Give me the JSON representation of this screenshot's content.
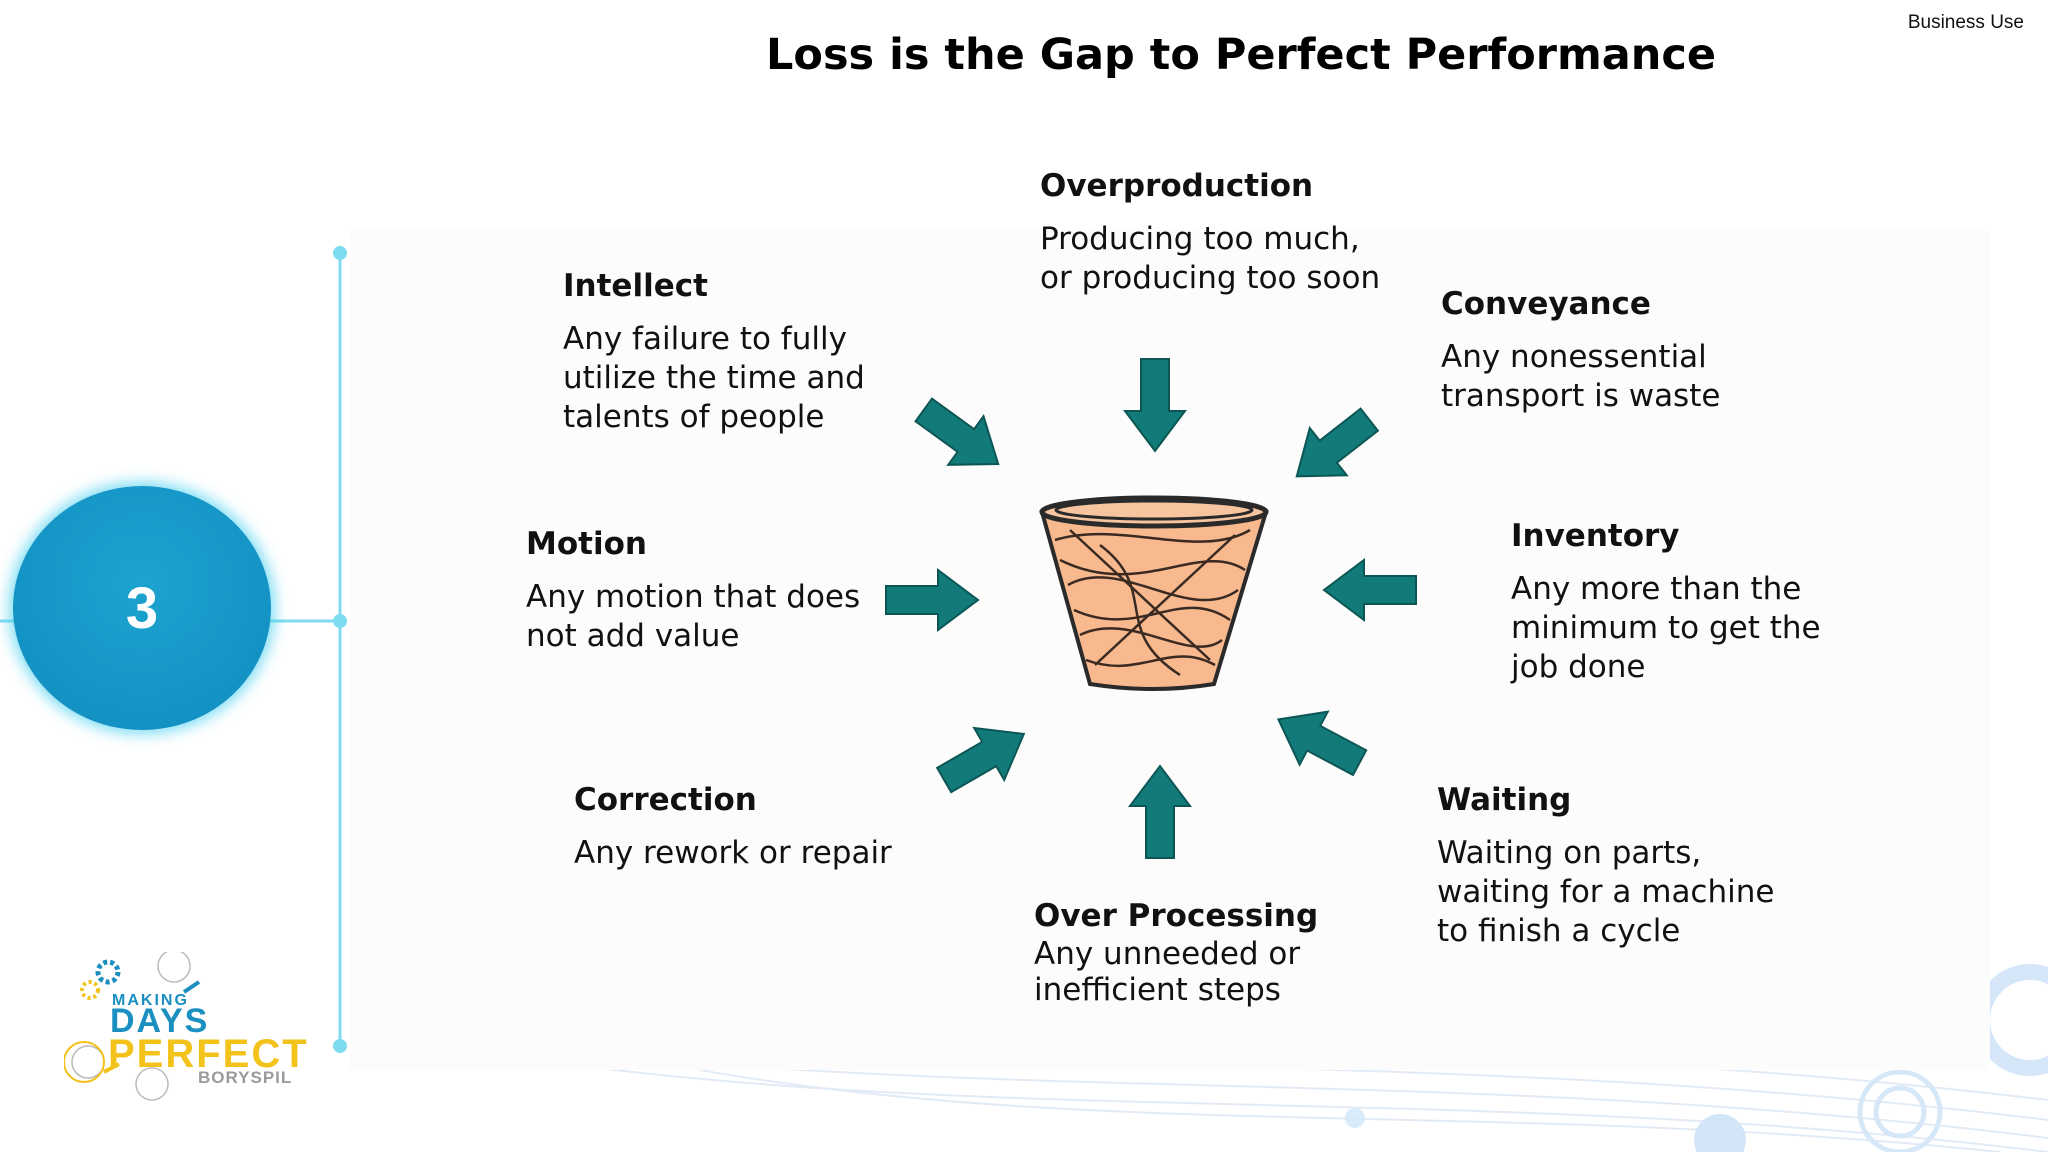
{
  "header": {
    "classification": "Business Use",
    "title": "Loss is the Gap to Perfect Performance"
  },
  "timeline": {
    "step_number": "3",
    "accent_color": "#1393c4",
    "line_color": "#7fdcf0"
  },
  "diagram": {
    "center_icon": "wastebasket-icon",
    "arrow_color": "#127a78",
    "wastes": [
      {
        "title": "Overproduction",
        "description": "Producing too much,\nor producing too soon"
      },
      {
        "title": "Conveyance",
        "description": "Any nonessential\ntransport is waste"
      },
      {
        "title": "Inventory",
        "description": "Any more than the\nminimum to get the\njob done"
      },
      {
        "title": "Waiting",
        "description": "Waiting on parts,\nwaiting for a machine\nto finish a cycle"
      },
      {
        "title": "Over Processing",
        "description": "Any unneeded or\ninefficient steps"
      },
      {
        "title": "Correction",
        "description": "Any rework or repair"
      },
      {
        "title": "Motion",
        "description": "Any motion that does\nnot add value"
      },
      {
        "title": "Intellect",
        "description": "Any failure to fully\nutilize the time and\ntalents of people"
      }
    ]
  },
  "logo": {
    "line1": "MAKING",
    "line2": "DAYS",
    "line3": "PERFECT",
    "line4": "BORYSPIL"
  }
}
